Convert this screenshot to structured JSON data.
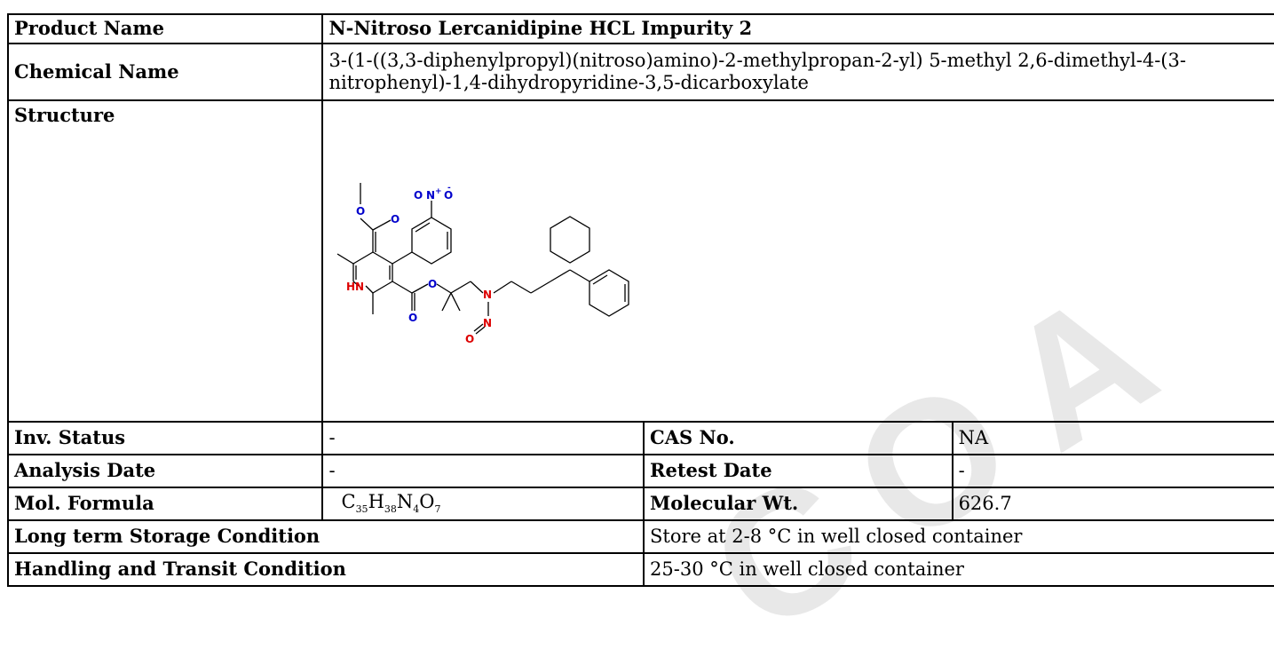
{
  "watermark": {
    "text": "COA",
    "color": "#d9d9d9"
  },
  "rows": {
    "product_name": {
      "label": "Product Name",
      "value": "N-Nitroso Lercanidipine HCL Impurity 2"
    },
    "chemical_name": {
      "label": "Chemical Name",
      "value": "3-(1-((3,3-diphenylpropyl)(nitroso)amino)-2-methylpropan-2-yl) 5-methyl 2,6-dimethyl-4-(3-nitrophenyl)-1,4-dihydropyridine-3,5-dicarboxylate"
    },
    "structure": {
      "label": "Structure"
    },
    "inv_status": {
      "label": "Inv. Status",
      "value": "-"
    },
    "cas_no": {
      "label": "CAS No.",
      "value": "NA"
    },
    "analysis_date": {
      "label": "Analysis Date",
      "value": "-"
    },
    "retest_date": {
      "label": "Retest Date",
      "value": "-"
    },
    "mol_formula": {
      "label": "Mol. Formula",
      "parts": [
        {
          "el": "C",
          "n": "35"
        },
        {
          "el": "H",
          "n": "38"
        },
        {
          "el": "N",
          "n": "4"
        },
        {
          "el": "O",
          "n": "7"
        }
      ]
    },
    "molecular_wt": {
      "label": "Molecular Wt.",
      "value": "626.7"
    },
    "storage": {
      "label": "Long term Storage Condition",
      "value": "Store at 2-8 °C in well closed container"
    },
    "handling": {
      "label": "Handling and Transit Condition",
      "value": "25-30 °C in well closed container"
    }
  },
  "structure_atoms": {
    "o1": "O",
    "o2": "O",
    "o3": "O",
    "o4": "O",
    "o5": "O",
    "nitro_n": "N",
    "nitro_plus": "+",
    "nitro_minus": "-",
    "hn": "HN",
    "amine_n": "N",
    "nitroso_n": "N",
    "colors": {
      "oxygen": "#0000cc",
      "nitrogen_amine": "#dd0000",
      "bond": "#000000"
    }
  }
}
